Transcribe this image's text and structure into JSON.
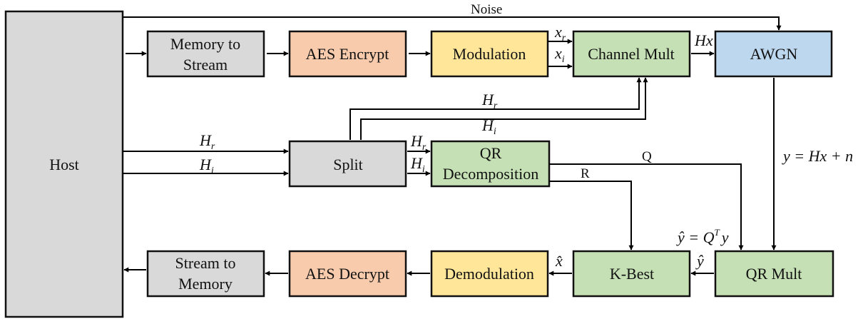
{
  "colors": {
    "gray": "#d9d9d9",
    "orange": "#f8cbad",
    "yellow": "#ffe699",
    "green": "#c5e0b4",
    "blue": "#bdd7ee"
  },
  "blocks": {
    "host": "Host",
    "memory_to_stream": [
      "Memory to",
      "Stream"
    ],
    "aes_encrypt": "AES Encrypt",
    "modulation": "Modulation",
    "channel_mult": "Channel Mult",
    "awgn": "AWGN",
    "split": "Split",
    "qr_decomposition": [
      "QR",
      "Decomposition"
    ],
    "stream_to_memory": [
      "Stream to",
      "Memory"
    ],
    "aes_decrypt": "AES Decrypt",
    "demodulation": "Demodulation",
    "k_best": "K-Best",
    "qr_mult": "QR Mult"
  },
  "labels": {
    "noise": "Noise",
    "x_r": {
      "base": "x",
      "sub": "r"
    },
    "x_i": {
      "base": "x",
      "sub": "i"
    },
    "hx": "Hx",
    "h_r": {
      "base": "H",
      "sub": "r"
    },
    "h_i": {
      "base": "H",
      "sub": "i"
    },
    "q": "Q",
    "r": "R",
    "y_eq": "y = Hx + n",
    "y_hat_eq": {
      "lhs": "ŷ = Q",
      "sup": "T",
      "rhs": "y"
    },
    "y_hat": "ŷ",
    "x_hat": "x̂"
  }
}
